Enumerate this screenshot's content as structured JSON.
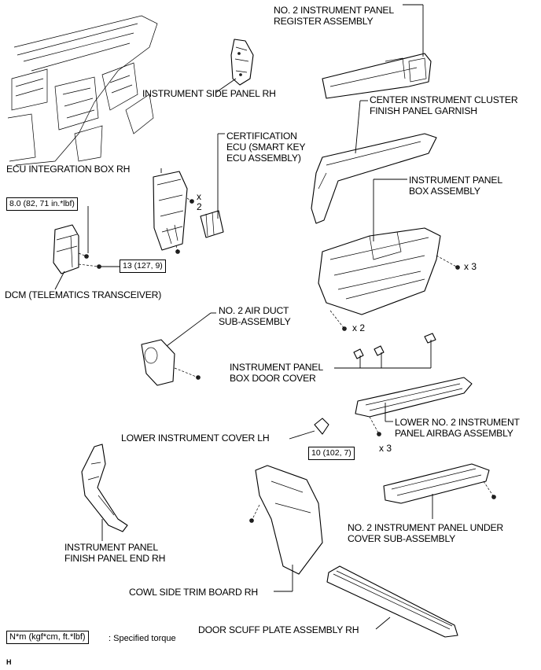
{
  "labels": {
    "register_assembly": "NO. 2 INSTRUMENT PANEL\nREGISTER ASSEMBLY",
    "side_panel": "INSTRUMENT SIDE PANEL RH",
    "cluster_garnish": "CENTER INSTRUMENT CLUSTER\nFINISH PANEL GARNISH",
    "certification_ecu": "CERTIFICATION\nECU (SMART KEY\nECU ASSEMBLY)",
    "ecu_integration": "ECU INTEGRATION BOX RH",
    "box_assembly": "INSTRUMENT PANEL\nBOX ASSEMBLY",
    "dcm": "DCM (TELEMATICS TRANSCEIVER)",
    "air_duct": "NO. 2 AIR DUCT\nSUB-ASSEMBLY",
    "box_door_cover": "INSTRUMENT PANEL\nBOX DOOR COVER",
    "lower_cover_lh": "LOWER INSTRUMENT COVER LH",
    "airbag_assembly": "LOWER NO. 2 INSTRUMENT\nPANEL AIRBAG ASSEMBLY",
    "finish_panel_end": "INSTRUMENT PANEL\nFINISH PANEL END RH",
    "under_cover": "NO. 2 INSTRUMENT PANEL UNDER\nCOVER SUB-ASSEMBLY",
    "cowl_side_trim": "COWL SIDE TRIM BOARD RH",
    "door_scuff": "DOOR SCUFF PLATE ASSEMBLY RH"
  },
  "torques": {
    "t1": "8.0 (82, 71 in.*lbf)",
    "t2": "13 (127, 9)",
    "t3": "10 (102, 7)"
  },
  "quantities": {
    "q_ecu": "x\n2",
    "q_box_right": "x 3",
    "q_box_bottom": "x 2",
    "q_airbag": "x 3"
  },
  "legend": {
    "box_text": "N*m (kgf*cm, ft.*lbf)",
    "desc": ": Specified torque"
  },
  "figure_code": "H"
}
